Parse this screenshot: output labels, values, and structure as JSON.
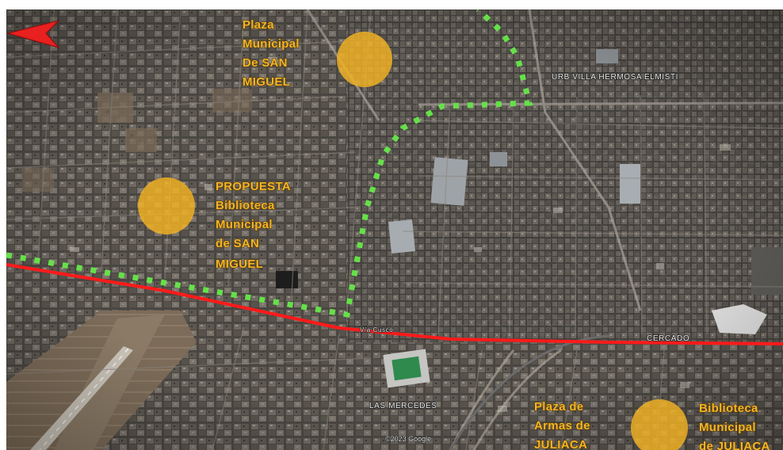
{
  "map": {
    "place_labels": [
      {
        "id": "plaza-san-miguel",
        "lines": [
          "Plaza",
          "Municipal",
          "De SAN",
          "MIGUEL"
        ]
      },
      {
        "id": "propuesta-biblioteca",
        "lines": [
          "PROPUESTA",
          "Biblioteca",
          "Municipal",
          "de SAN",
          "MIGUEL"
        ]
      },
      {
        "id": "plaza-armas-juliaca",
        "lines": [
          "Plaza de",
          "Armas de",
          "JULIACA"
        ]
      },
      {
        "id": "biblioteca-juliaca",
        "lines": [
          "Biblioteca",
          "Municipal",
          "de JULIACA"
        ]
      }
    ],
    "street_labels": {
      "urb": "URB VILLA HERMOSA ELMISTI",
      "cercado": "CERCADO",
      "las_mercedes": "LAS MERCEDES",
      "via_cusco": "Vía Cusco"
    },
    "credit": "©2023 Google",
    "colors": {
      "marker": "#f4b323",
      "route_red": "#ff1a1a",
      "route_green": "#66e04a",
      "arrow": "#e8201f"
    }
  }
}
